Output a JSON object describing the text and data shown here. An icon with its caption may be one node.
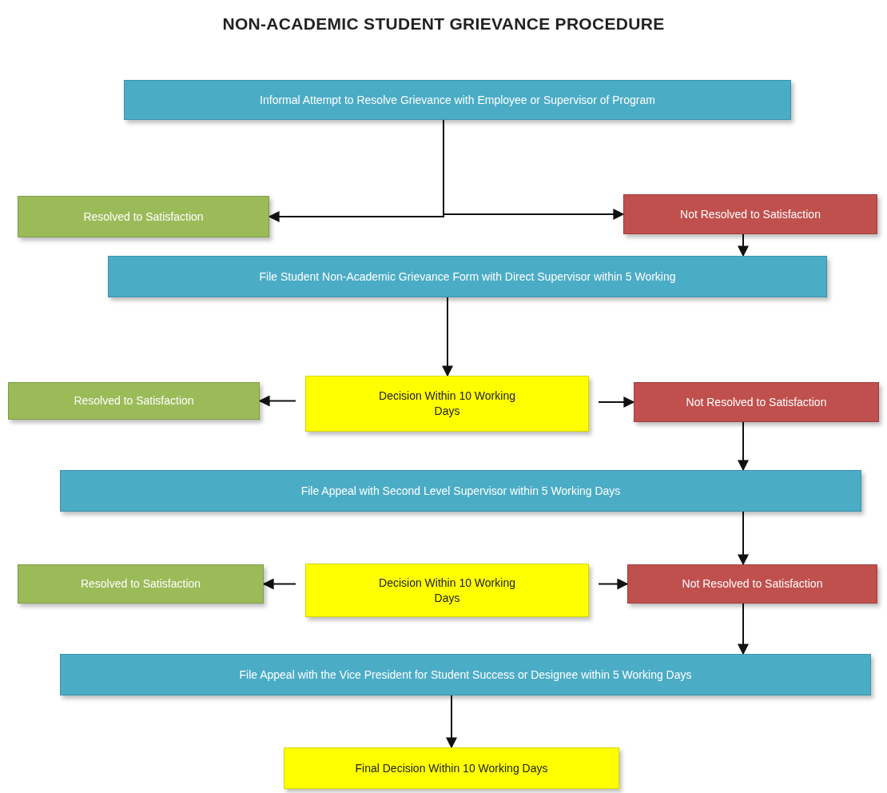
{
  "diagram": {
    "title": "NON-ACADEMIC STUDENT GRIEVANCE PROCEDURE",
    "nodes": [
      {
        "text": [
          "Informal Attempt to Resolve Grievance with Employee or Supervisor of Program"
        ]
      },
      {
        "text": [
          "Resolved to Satisfaction"
        ]
      },
      {
        "text": [
          "Not Resolved to Satisfaction"
        ]
      },
      {
        "text": [
          "File Student Non-Academic Grievance Form with Direct Supervisor within 5 Working"
        ]
      },
      {
        "text": [
          "Resolved to Satisfaction"
        ]
      },
      {
        "text": [
          "Decision Within 10 Working Days"
        ]
      },
      {
        "text": [
          "Not Resolved to Satisfaction"
        ]
      },
      {
        "text": [
          "File Appeal with Second Level Supervisor within 5 Working Days"
        ]
      },
      {
        "text": [
          "Resolved to Satisfaction"
        ]
      },
      {
        "text": [
          "Decision Within 10 Working Days"
        ]
      },
      {
        "text": [
          "Not Resolved to Satisfaction"
        ]
      },
      {
        "text": [
          "File Appeal with the Vice President for Student Success or Designee within 5 Working Days"
        ]
      },
      {
        "text": [
          "Final Decision Within 10 Working Days"
        ]
      }
    ],
    "edges": [
      {
        "from": 0,
        "to": 1,
        "arrow": "to"
      },
      {
        "from": 0,
        "to": 2,
        "arrow": "to"
      },
      {
        "from": 2,
        "to": 3,
        "arrow": "to"
      },
      {
        "from": 3,
        "to": 5,
        "arrow": "to"
      },
      {
        "from": 5,
        "to": 4,
        "arrow": "to"
      },
      {
        "from": 5,
        "to": 6,
        "arrow": "to"
      },
      {
        "from": 6,
        "to": 7,
        "arrow": "to"
      },
      {
        "from": 7,
        "to": 10,
        "arrow": "to"
      },
      {
        "from": 9,
        "to": 8,
        "arrow": "to"
      },
      {
        "from": 9,
        "to": 10,
        "arrow": "to"
      },
      {
        "from": 10,
        "to": 11,
        "arrow": "to"
      },
      {
        "from": 11,
        "to": 12,
        "arrow": "to"
      }
    ]
  }
}
